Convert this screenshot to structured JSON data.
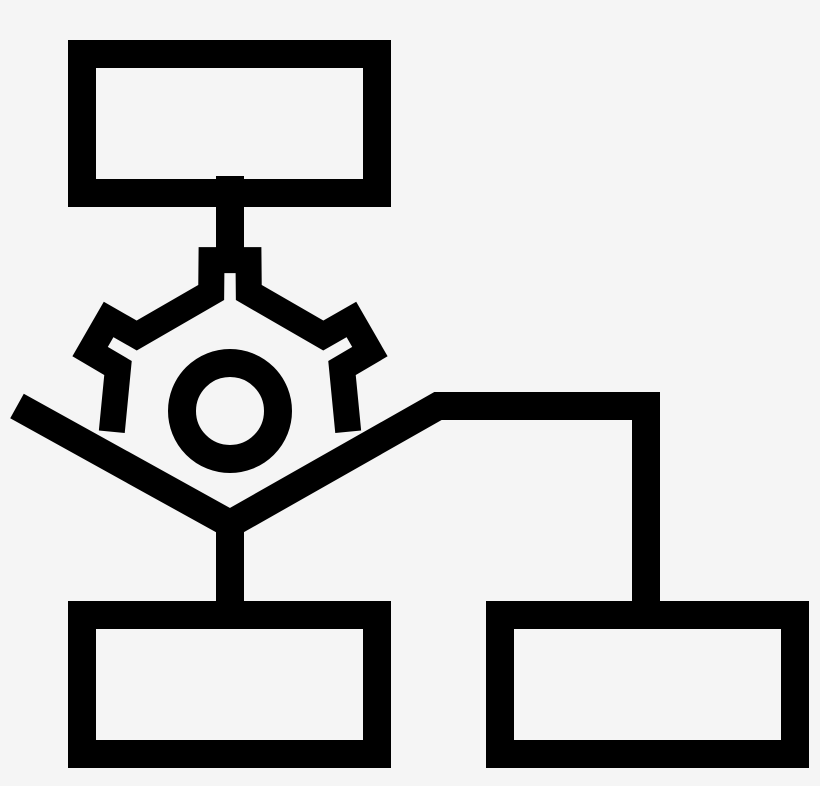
{
  "colors": {
    "background": "#f5f5f5",
    "stroke": "#000000"
  },
  "icon": {
    "name": "process-workflow-icon",
    "parts": [
      "box-top",
      "gear-icon",
      "funnel",
      "box-bottom-left",
      "box-bottom-right",
      "connector-lines"
    ]
  }
}
